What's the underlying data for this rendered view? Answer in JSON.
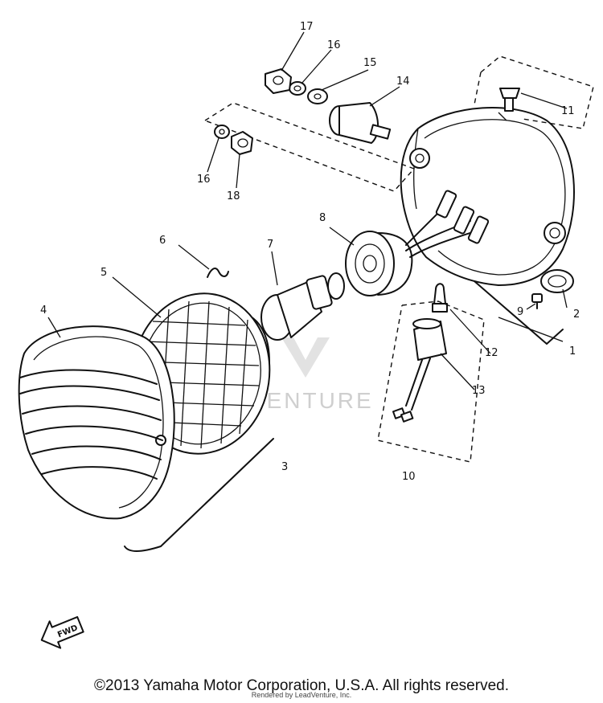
{
  "callouts": [
    {
      "id": "c1",
      "text": "1"
    },
    {
      "id": "c2",
      "text": "2"
    },
    {
      "id": "c3",
      "text": "3"
    },
    {
      "id": "c4",
      "text": "4"
    },
    {
      "id": "c5",
      "text": "5"
    },
    {
      "id": "c6",
      "text": "6"
    },
    {
      "id": "c7",
      "text": "7"
    },
    {
      "id": "c8",
      "text": "8"
    },
    {
      "id": "c9",
      "text": "9"
    },
    {
      "id": "c10",
      "text": "10"
    },
    {
      "id": "c11",
      "text": "11"
    },
    {
      "id": "c12",
      "text": "12"
    },
    {
      "id": "c13",
      "text": "13"
    },
    {
      "id": "c14",
      "text": "14"
    },
    {
      "id": "c15",
      "text": "15"
    },
    {
      "id": "c16a",
      "text": "16"
    },
    {
      "id": "c16b",
      "text": "16"
    },
    {
      "id": "c17",
      "text": "17"
    },
    {
      "id": "c18",
      "text": "18"
    }
  ],
  "fwd_label": "FWD",
  "watermark": "ADVENTURE",
  "copyright": "©2013 Yamaha Motor Corporation, U.S.A. All rights reserved.",
  "rendered_by": "Rendered by LeadVenture, Inc.",
  "colors": {
    "ink": "#111111",
    "background": "#ffffff",
    "watermark": "#cfcfcf"
  }
}
